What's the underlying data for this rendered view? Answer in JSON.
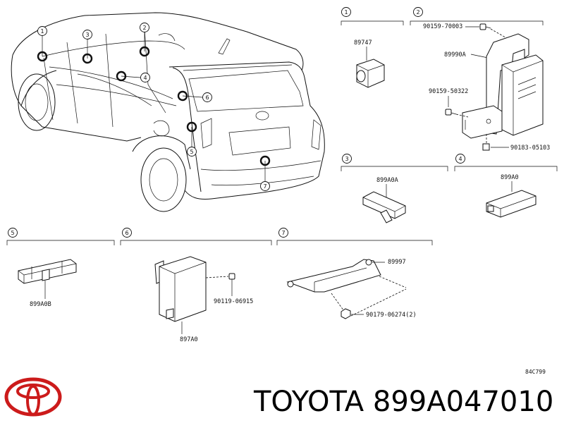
{
  "callouts": {
    "c1": "1",
    "c2": "2",
    "c3": "3",
    "c4": "4",
    "c5": "5",
    "c6": "6",
    "c7": "7"
  },
  "sections": {
    "s1": {
      "number": "1",
      "part": "89747"
    },
    "s2": {
      "number": "2",
      "parts": [
        "90159-70003",
        "89990A",
        "90159-50322",
        "90183-05103"
      ]
    },
    "s3": {
      "number": "3",
      "part": "899A0A"
    },
    "s4": {
      "number": "4",
      "part": "899A0"
    },
    "s5": {
      "number": "5",
      "part": "899A0B"
    },
    "s6": {
      "number": "6",
      "parts": [
        "90119-06915",
        "897A0"
      ]
    },
    "s7": {
      "number": "7",
      "parts": [
        "89997",
        "90179-06274(2)"
      ]
    }
  },
  "diagram_code": "84C799",
  "footer": {
    "brand": "TOYOTA",
    "part_number": "899A047010",
    "text": "TOYOTA 899A047010"
  },
  "colors": {
    "logo": "#cc1b1b",
    "ink": "#111111"
  }
}
